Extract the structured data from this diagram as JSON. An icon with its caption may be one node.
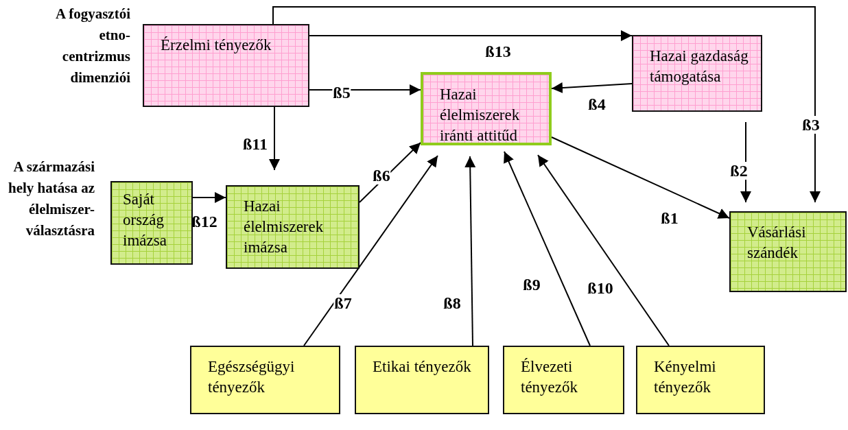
{
  "diagram": {
    "nodes": [
      {
        "text": [
          "Érzelmi tényezők"
        ]
      },
      {
        "text": [
          "Hazai élelmiszerek iránti attitűd"
        ]
      },
      {
        "text": [
          "Hazai gazdaság támogatása"
        ]
      },
      {
        "text": [
          "Saját ország imázsa"
        ]
      },
      {
        "text": [
          "Hazai élelmiszerek imázsa"
        ]
      },
      {
        "text": [
          "Vásárlási szándék"
        ]
      },
      {
        "text": [
          "Egészségügyi tényezők"
        ]
      },
      {
        "text": [
          "Etikai tényezők"
        ]
      },
      {
        "text": [
          "Élvezeti tényezők"
        ]
      },
      {
        "text": [
          "Kényelmi tényezők"
        ]
      }
    ],
    "edges": [
      {
        "from": 0,
        "to": 2,
        "arrow": "to",
        "label": "ß13"
      },
      {
        "from": 0,
        "to": 5,
        "arrow": "to",
        "label": "ß3"
      },
      {
        "from": 0,
        "to": 1,
        "arrow": "to",
        "label": "ß5"
      },
      {
        "from": 0,
        "to": 4,
        "arrow": "to",
        "label": "ß11"
      },
      {
        "from": 3,
        "to": 4,
        "arrow": "to",
        "label": "ß12"
      },
      {
        "from": 4,
        "to": 1,
        "arrow": "to",
        "label": "ß6"
      },
      {
        "from": 2,
        "to": 1,
        "arrow": "to",
        "label": "ß4"
      },
      {
        "from": 2,
        "to": 5,
        "arrow": "to",
        "label": "ß2"
      },
      {
        "from": 1,
        "to": 5,
        "arrow": "to",
        "label": "ß1"
      },
      {
        "from": 6,
        "to": 1,
        "arrow": "to",
        "label": "ß7"
      },
      {
        "from": 7,
        "to": 1,
        "arrow": "to",
        "label": "ß8"
      },
      {
        "from": 8,
        "to": 1,
        "arrow": "to",
        "label": "ß9"
      },
      {
        "from": 9,
        "to": 1,
        "arrow": "to",
        "label": "ß10"
      }
    ],
    "labels": [
      "A fogyasztói etno-centrizmus dimenziói",
      "A származási hely hatása az élelmiszer-választásra"
    ]
  }
}
